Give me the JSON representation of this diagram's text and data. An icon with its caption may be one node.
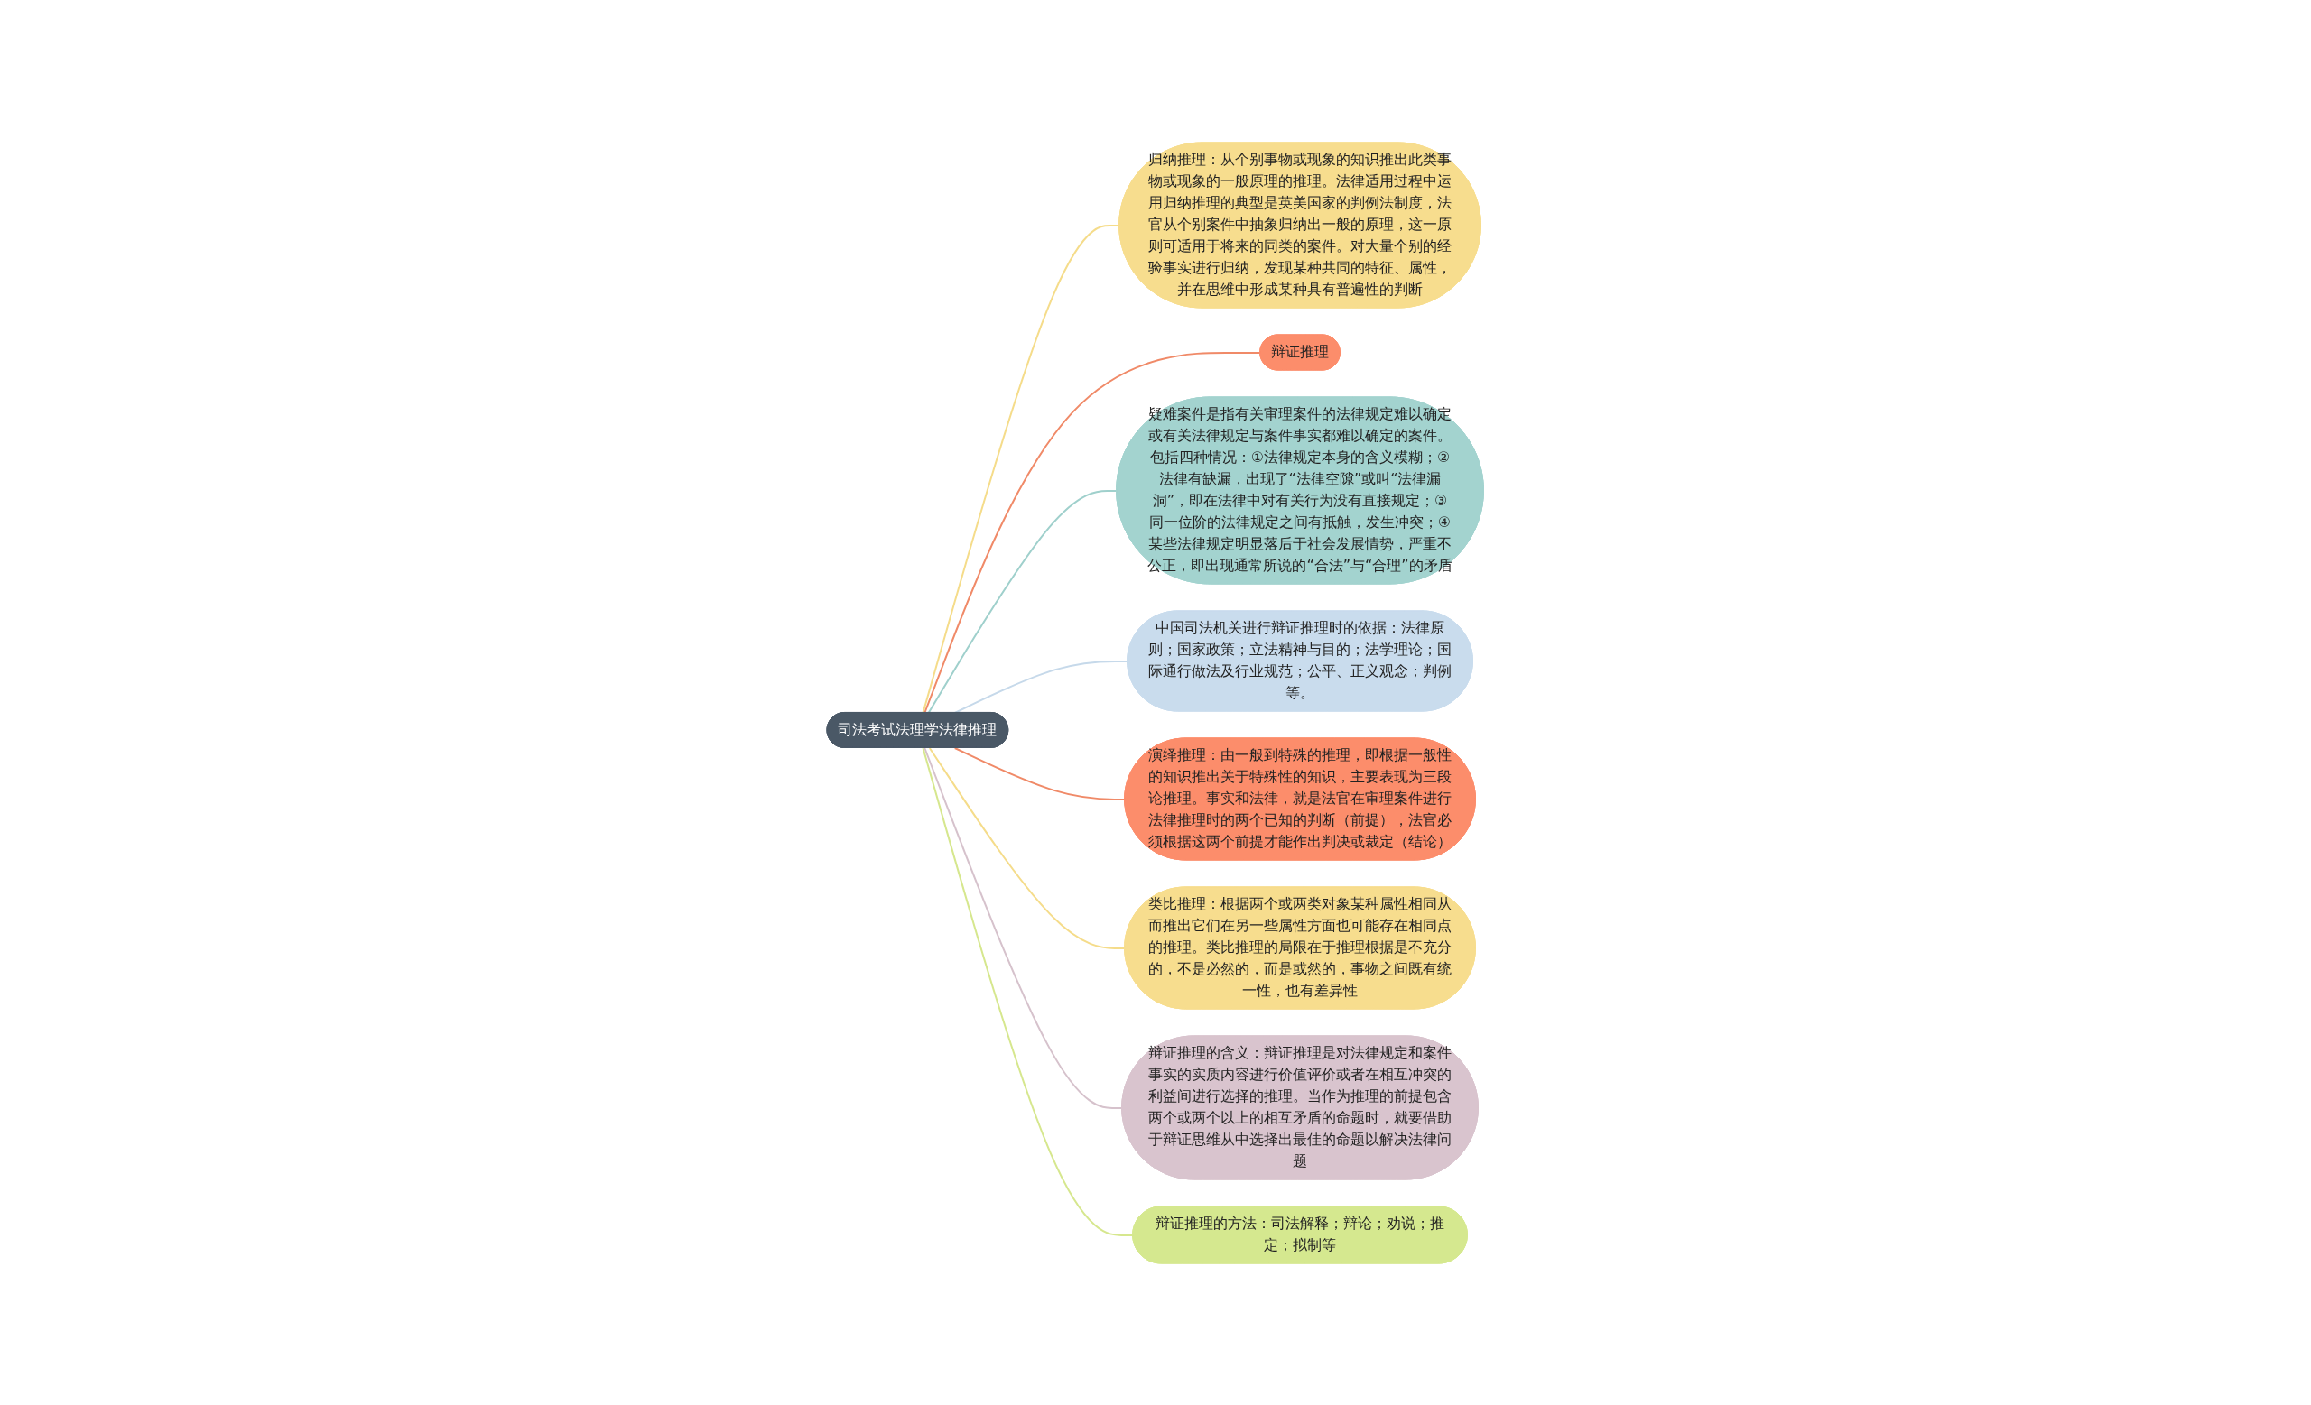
{
  "diagram": {
    "nodes": [
      {
        "text": [
          "司法考试法理学法律推理"
        ]
      },
      {
        "text": [
          "归纳推理：从个别事物或现象的知识推出此类事物或现象的一般原理的推理。法律适用过程中运用归纳推理的典型是英美国家的判例法制度，法官从个别案件中抽象归纳出一般的原理，这一原则可适用于将来的同类的案件。对大量个别的经验事实进行归纳，发现某种共同的特征、属性，并在思维中形成某种具有普遍性的判断"
        ]
      },
      {
        "text": [
          "辩证推理"
        ]
      },
      {
        "text": [
          "疑难案件是指有关审理案件的法律规定难以确定或有关法律规定与案件事实都难以确定的案件。包括四种情况：①法律规定本身的含义模糊；②法律有缺漏，出现了“法律空隙”或叫“法律漏洞”，即在法律中对有关行为没有直接规定；③同一位阶的法律规定之间有抵触，发生冲突；④某些法律规定明显落后于社会发展情势，严重不公正，即出现通常所说的“合法”与“合理”的矛盾"
        ]
      },
      {
        "text": [
          "中国司法机关进行辩证推理时的依据：法律原则；国家政策；立法精神与目的；法学理论；国际通行做法及行业规范；公平、正义观念；判例等。"
        ]
      },
      {
        "text": [
          "演绎推理：由一般到特殊的推理，即根据一般性的知识推出关于特殊性的知识，主要表现为三段论推理。事实和法律，就是法官在审理案件进行法律推理时的两个已知的判断（前提），法官必须根据这两个前提才能作出判决或裁定（结论）"
        ]
      },
      {
        "text": [
          "类比推理：根据两个或两类对象某种属性相同从而推出它们在另一些属性方面也可能存在相同点的推理。类比推理的局限在于推理根据是不充分的，不是必然的，而是或然的，事物之间既有统一性，也有差异性"
        ]
      },
      {
        "text": [
          "辩证推理的含义：辩证推理是对法律规定和案件事实的实质内容进行价值评价或者在相互冲突的利益间进行选择的推理。当作为推理的前提包含两个或两个以上的相互矛盾的命题时，就要借助于辩证思维从中选择出最佳的命题以解决法律问题"
        ]
      },
      {
        "text": [
          "辩证推理的方法：司法解释；辩论；劝说；推定；拟制等"
        ]
      }
    ],
    "edges": [
      {
        "from": 0,
        "to": 1,
        "arrow": "none",
        "color": "#f5dc8a"
      },
      {
        "from": 0,
        "to": 2,
        "arrow": "none",
        "color": "#f08a68"
      },
      {
        "from": 0,
        "to": 3,
        "arrow": "none",
        "color": "#9fd0cc"
      },
      {
        "from": 0,
        "to": 4,
        "arrow": "none",
        "color": "#c6d9ea"
      },
      {
        "from": 0,
        "to": 5,
        "arrow": "none",
        "color": "#f08a68"
      },
      {
        "from": 0,
        "to": 6,
        "arrow": "none",
        "color": "#f5dc8a"
      },
      {
        "from": 0,
        "to": 7,
        "arrow": "none",
        "color": "#d6c2cc"
      },
      {
        "from": 0,
        "to": 8,
        "arrow": "none",
        "color": "#d6e78e"
      }
    ]
  }
}
